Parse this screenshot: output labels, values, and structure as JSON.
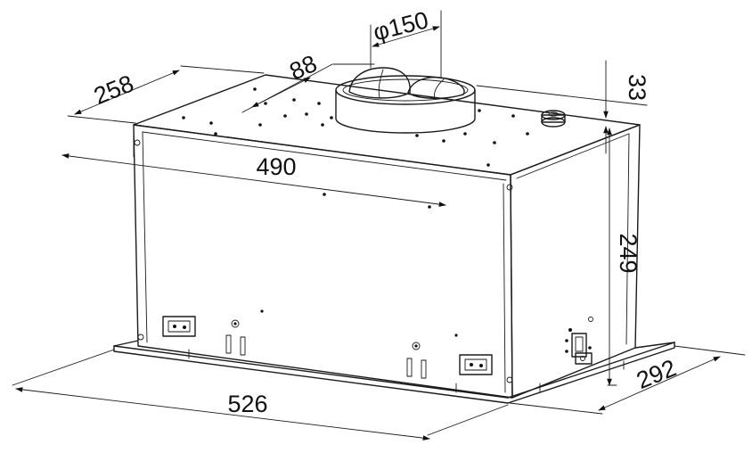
{
  "diagram": {
    "dimensions": {
      "depth_top": "258",
      "duct_offset": "88",
      "duct_diameter": "φ150",
      "width_body": "490",
      "duct_height": "33",
      "height": "249",
      "width_base": "526",
      "depth_base": "292"
    }
  }
}
